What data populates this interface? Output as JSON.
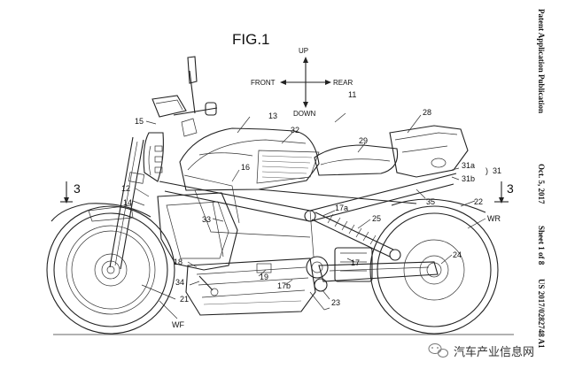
{
  "figure": {
    "title": "FIG.1"
  },
  "header": {
    "publication": "Patent Application Publication",
    "date": "Oct. 5, 2017",
    "sheet": "Sheet 1 of 8",
    "number": "US 2017/0282748 A1"
  },
  "directions": {
    "up": "UP",
    "down": "DOWN",
    "front": "FRONT",
    "rear": "REAR"
  },
  "section_marks": {
    "left": "3",
    "right": "3"
  },
  "reference_numerals": [
    "11",
    "12",
    "13",
    "14",
    "15",
    "16",
    "17",
    "17a",
    "17b",
    "18",
    "19",
    "21",
    "22",
    "23",
    "24",
    "25",
    "28",
    "29",
    "31",
    "31a",
    "31b",
    "32",
    "33",
    "34",
    "35",
    "WF",
    "WR"
  ],
  "watermark": {
    "text": "汽车产业信息网",
    "icon": "wechat-icon"
  }
}
